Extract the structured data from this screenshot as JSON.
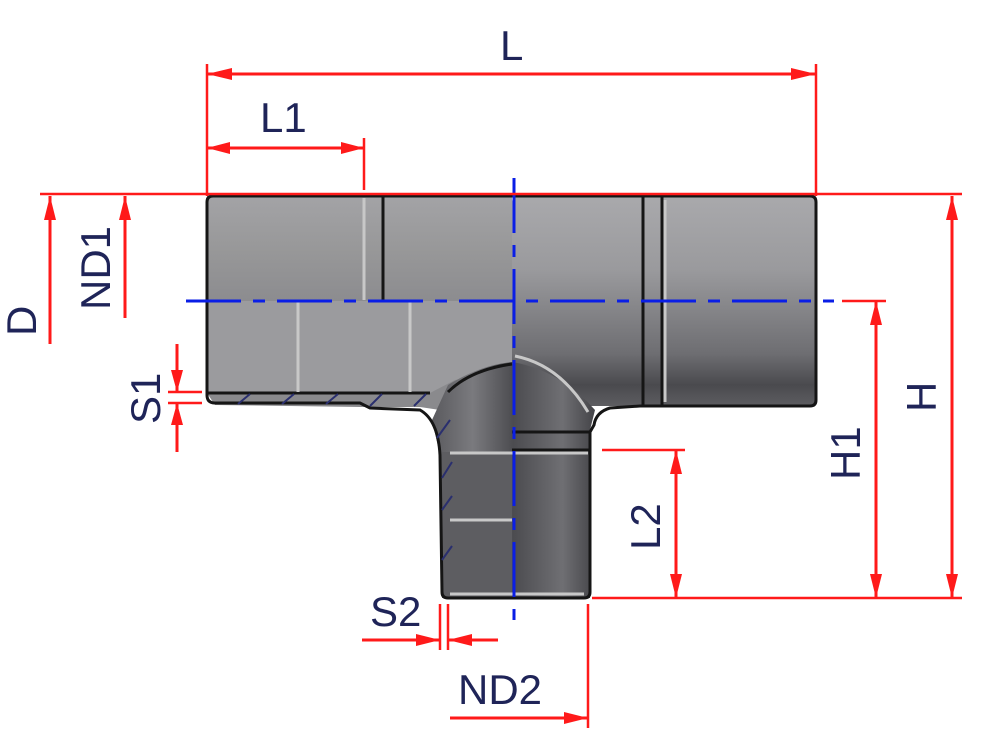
{
  "diagram": {
    "subject": "Reducing tee pipe fitting",
    "colors": {
      "dimension": "#ff1a1a",
      "centerline": "#0a1ee6",
      "label": "#1f2458",
      "body_light": "#a5a5a8",
      "body_dark": "#3b3b3f",
      "outline": "#151515"
    },
    "labels": {
      "L": "L",
      "L1": "L1",
      "L2": "L2",
      "D": "D",
      "ND1": "ND1",
      "ND2": "ND2",
      "S1": "S1",
      "S2": "S2",
      "H": "H",
      "H1": "H1"
    }
  }
}
